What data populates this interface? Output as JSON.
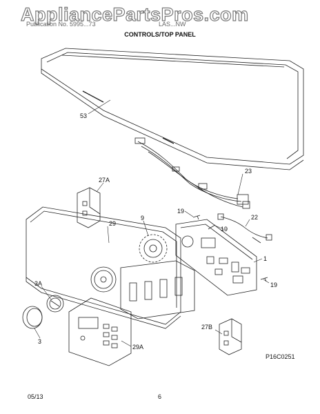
{
  "watermark": "AppliancePartsPros.com",
  "header": {
    "left": "Publication No. 5995...73",
    "right": "LAS...NW"
  },
  "title": "CONTROLS/TOP PANEL",
  "callouts": {
    "c53": "53",
    "c23": "23",
    "c27a": "27A",
    "c29": "29",
    "c9": "9",
    "c19a": "19",
    "c19b": "19",
    "c19c": "19",
    "c22": "22",
    "c1": "1",
    "c3a": "3A",
    "c3": "3",
    "c29a": "29A",
    "c27b": "27B"
  },
  "drawing_code": "P16C0251",
  "footer": {
    "date": "05/13",
    "page": "6"
  }
}
